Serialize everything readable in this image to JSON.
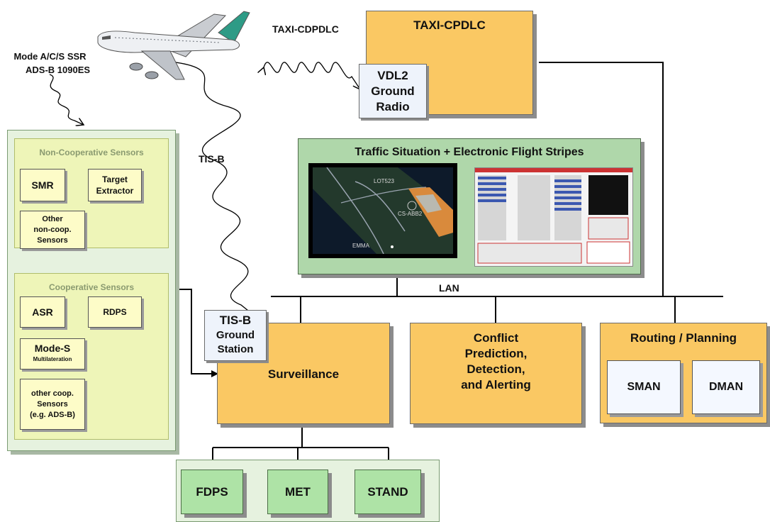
{
  "aircraft_labels": {
    "ssr": "Mode A/C/S SSR",
    "adsb": "ADS-B 1090ES",
    "taxi_link": "TAXI-CDPDLC",
    "tisb_link": "TIS-B"
  },
  "taxi_cpdlc": {
    "title": "TAXI-CPDLC",
    "vdl2": [
      "VDL2",
      "Ground",
      "Radio"
    ]
  },
  "traffic_display": {
    "title": "Traffic Situation + Electronic Flight Stripes",
    "radar_labels": [
      "LOT523",
      "CS-ABB2",
      "EMMA"
    ]
  },
  "sensors": {
    "non_coop_title": "Non-Cooperative Sensors",
    "smr": "SMR",
    "target_extractor": [
      "Target",
      "Extractor"
    ],
    "other_noncoop": [
      "Other",
      "non-coop.",
      "Sensors"
    ],
    "coop_title": "Cooperative Sensors",
    "asr": "ASR",
    "rdps": "RDPS",
    "modes": "Mode-S",
    "multilateration": "Multilateration",
    "other_coop": [
      "other coop.",
      "Sensors",
      "(e.g. ADS-B)"
    ]
  },
  "lan": "LAN",
  "tisb_station": [
    "TIS-B",
    "Ground",
    "Station"
  ],
  "surveillance": "Surveillance",
  "conflict": [
    "Conflict",
    "Prediction,",
    "Detection,",
    "and Alerting"
  ],
  "routing": {
    "title": "Routing / Planning",
    "sman": "SMAN",
    "dman": "DMAN"
  },
  "data_sources": [
    "FDPS",
    "MET",
    "STAND"
  ]
}
